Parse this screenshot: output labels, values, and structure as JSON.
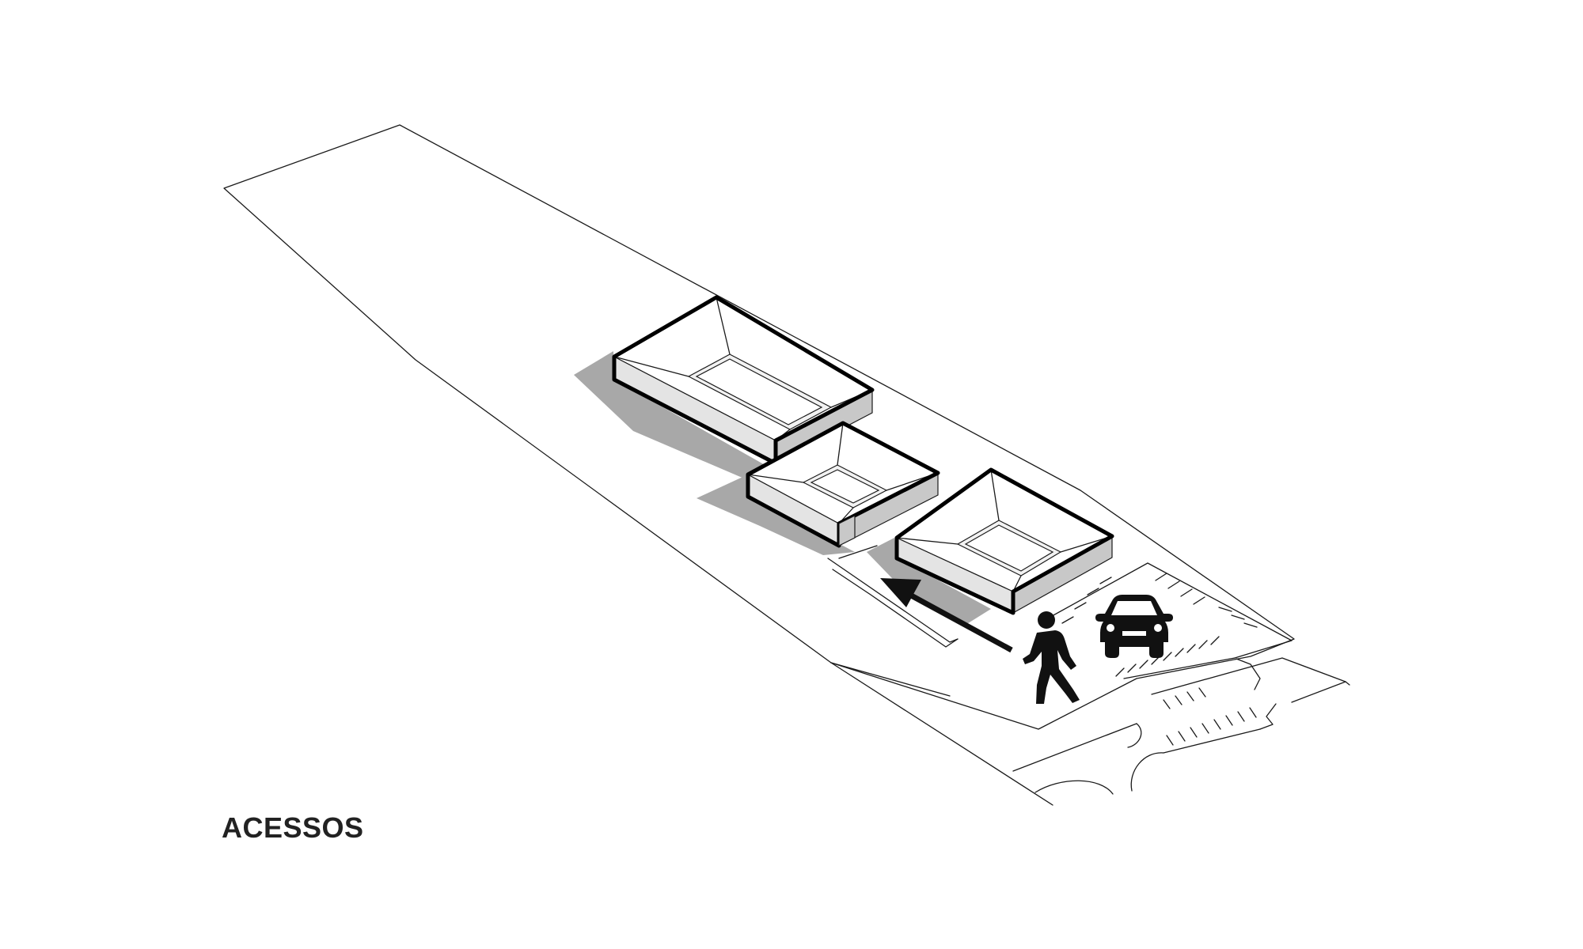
{
  "diagram": {
    "title": "ACESSOS",
    "elements": {
      "buildings": 3,
      "site": "plot",
      "parking": "parking-lot"
    },
    "icons": {
      "pedestrian": "pedestrian-icon",
      "car": "car-icon",
      "arrow": "arrow-icon"
    },
    "colors": {
      "ink": "#000000",
      "shadow": "#a8a8a8",
      "background": "#ffffff"
    }
  }
}
